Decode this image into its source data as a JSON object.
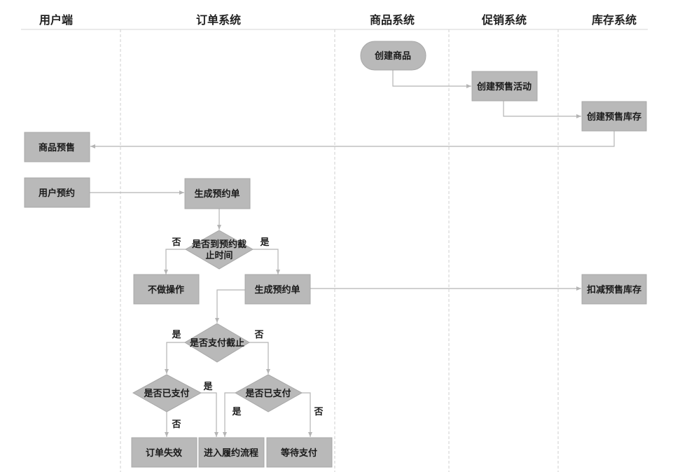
{
  "lanes": [
    {
      "id": "user",
      "title": "用户端"
    },
    {
      "id": "order",
      "title": "订单系统"
    },
    {
      "id": "product",
      "title": "商品系统"
    },
    {
      "id": "promo",
      "title": "促销系统"
    },
    {
      "id": "stock",
      "title": "库存系统"
    }
  ],
  "nodes": [
    {
      "id": "create-product",
      "label": "创建商品",
      "shape": "pill"
    },
    {
      "id": "create-presale-activity",
      "label": "创建预售活动",
      "shape": "rect"
    },
    {
      "id": "create-presale-stock",
      "label": "创建预售库存",
      "shape": "rect"
    },
    {
      "id": "product-presale",
      "label": "商品预售",
      "shape": "rect"
    },
    {
      "id": "user-reserve",
      "label": "用户预约",
      "shape": "rect"
    },
    {
      "id": "gen-reservation-1",
      "label": "生成预约单",
      "shape": "rect"
    },
    {
      "id": "check-deadline",
      "label": [
        "是否到预约截",
        "止时间"
      ],
      "shape": "diamond"
    },
    {
      "id": "no-op",
      "label": "不做操作",
      "shape": "rect"
    },
    {
      "id": "gen-reservation-2",
      "label": "生成预约单",
      "shape": "rect"
    },
    {
      "id": "deduct-stock",
      "label": "扣减预售库存",
      "shape": "rect"
    },
    {
      "id": "check-pay-deadline",
      "label": "是否支付截止",
      "shape": "diamond"
    },
    {
      "id": "check-paid-left",
      "label": "是否已支付",
      "shape": "diamond"
    },
    {
      "id": "check-paid-right",
      "label": "是否已支付",
      "shape": "diamond"
    },
    {
      "id": "order-invalid",
      "label": "订单失效",
      "shape": "rect"
    },
    {
      "id": "fulfillment",
      "label": "进入履约流程",
      "shape": "rect"
    },
    {
      "id": "await-payment",
      "label": "等待支付",
      "shape": "rect"
    }
  ],
  "edge_labels": {
    "deadline_no": "否",
    "deadline_yes": "是",
    "pay_deadline_yes": "是",
    "pay_deadline_no": "否",
    "paid_left_yes": "是",
    "paid_left_no": "否",
    "paid_right_yes": "是",
    "paid_right_no": "否"
  }
}
